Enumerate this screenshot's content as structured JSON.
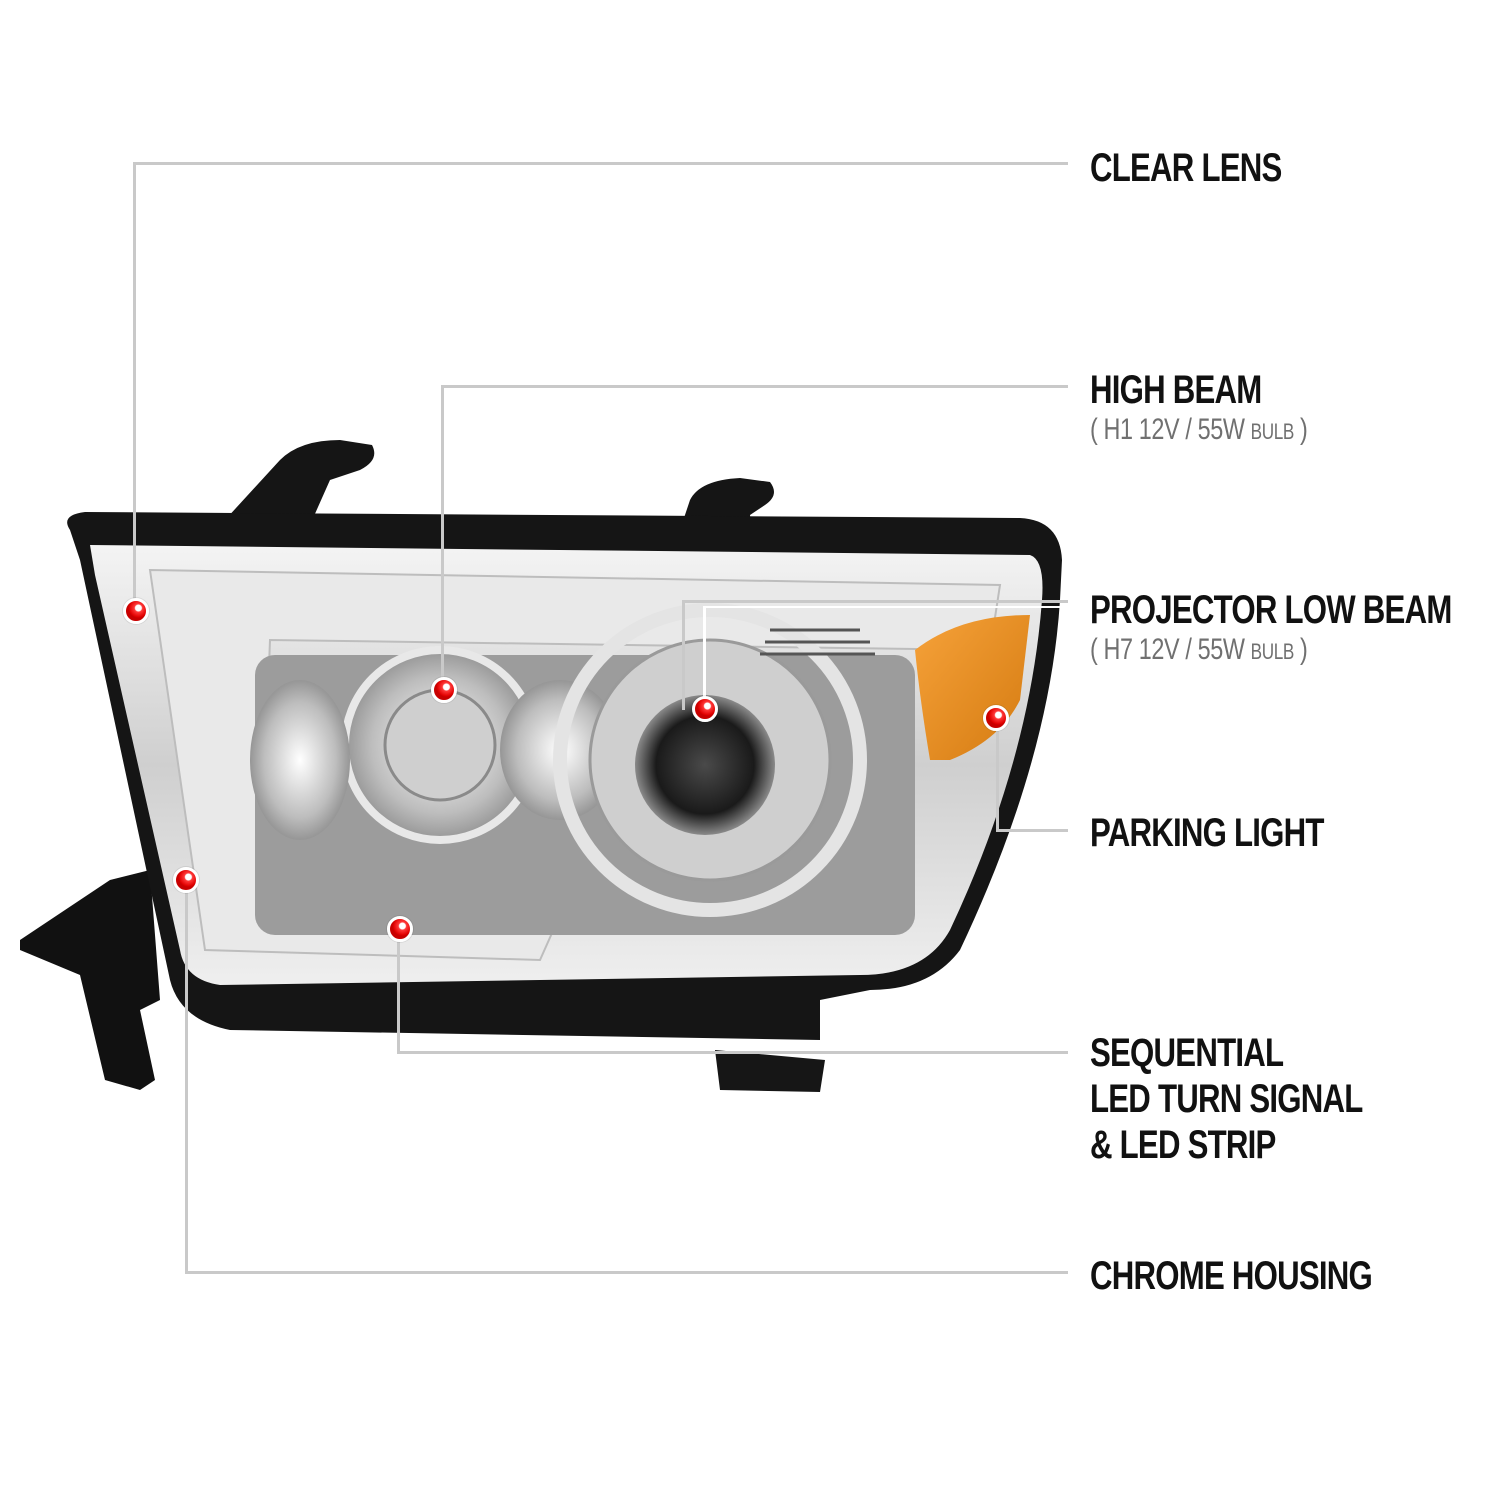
{
  "product": {
    "description": "Chrome housing projector headlight with sequential LED turn signal and LED strip"
  },
  "colors": {
    "callout_line": "#c9c9c9",
    "callout_dot": "#e00000",
    "label_text": "#111111",
    "spec_text": "#707070",
    "amber_lens": "#e98a1a",
    "housing_black": "#111111",
    "chrome": "#d8d8d8"
  },
  "callouts": [
    {
      "id": "clear-lens",
      "label": "CLEAR LENS",
      "spec": null
    },
    {
      "id": "high-beam",
      "label": "HIGH BEAM",
      "spec": {
        "open": "(",
        "bulb": "H1",
        "rating": "12V / 55W",
        "unit": "BULB",
        "close": ")"
      }
    },
    {
      "id": "projector-low-beam",
      "label": "PROJECTOR LOW BEAM",
      "spec": {
        "open": "(",
        "bulb": "H7",
        "rating": "12V / 55W",
        "unit": "BULB",
        "close": ")"
      }
    },
    {
      "id": "parking-light",
      "label": "PARKING LIGHT",
      "spec": null
    },
    {
      "id": "sequential-led",
      "label_lines": [
        "SEQUENTIAL",
        "LED TURN SIGNAL",
        "& LED STRIP"
      ],
      "spec": null
    },
    {
      "id": "chrome-housing",
      "label": "CHROME HOUSING",
      "spec": null
    }
  ]
}
